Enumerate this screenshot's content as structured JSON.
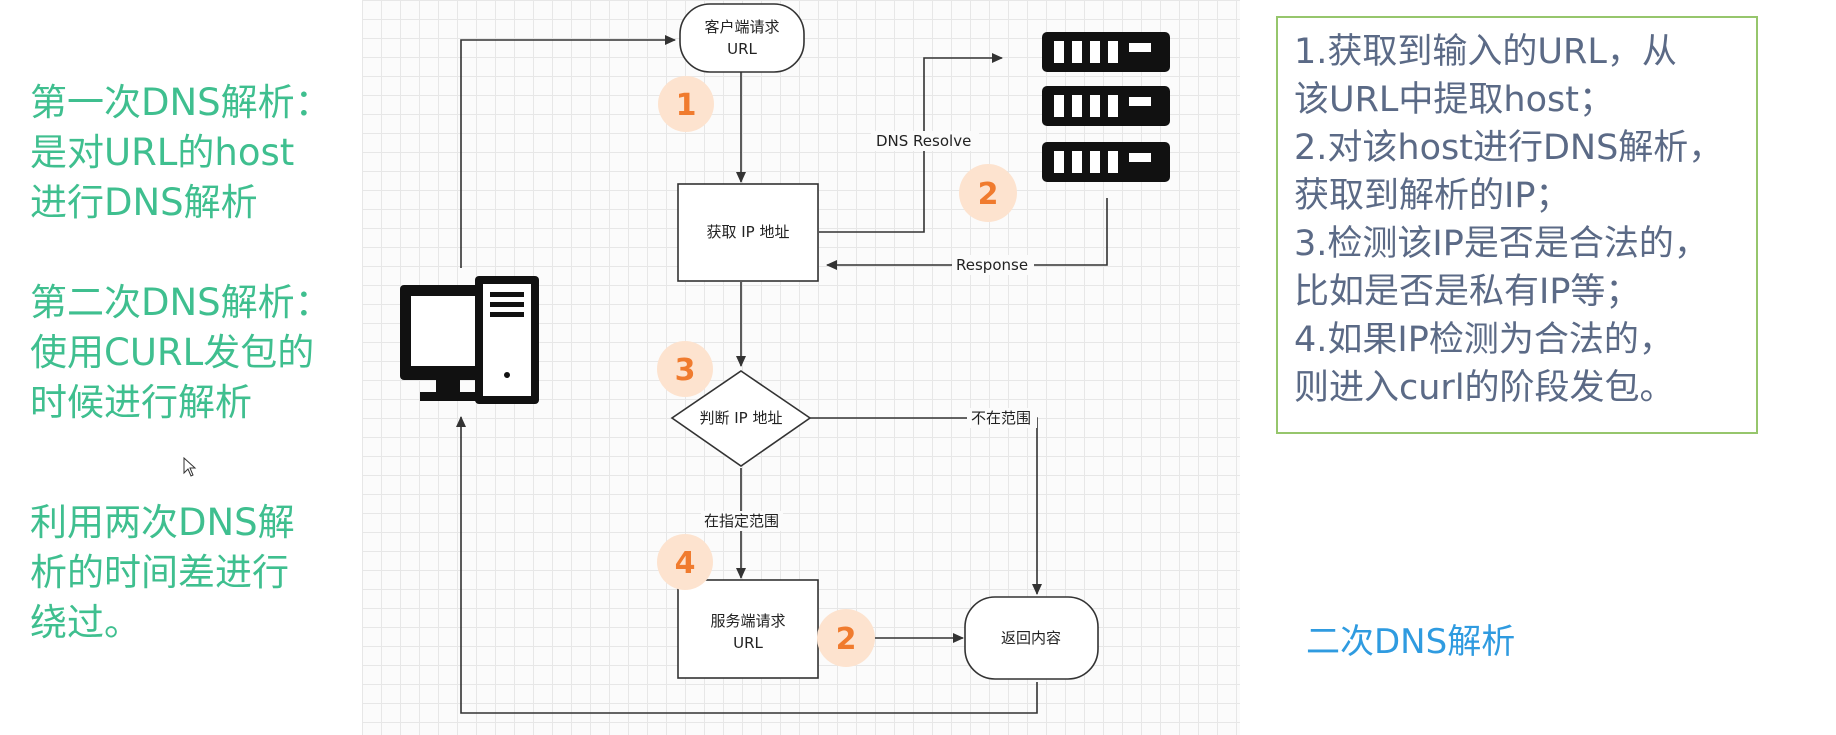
{
  "left_notes": {
    "first": [
      "第一次DNS解析：",
      "是对URL的host",
      "进行DNS解析"
    ],
    "second": [
      "第二次DNS解析：",
      "使用CURL发包的",
      "时候进行解析"
    ],
    "third": [
      "利用两次DNS解",
      "析的时间差进行",
      "绕过。"
    ]
  },
  "diagram": {
    "nodes": {
      "client_request": [
        "客户端请求",
        "URL"
      ],
      "get_ip": "获取 IP 地址",
      "check_ip": "判断 IP 地址",
      "server_request": [
        "服务端请求",
        "URL"
      ],
      "return_content": "返回内容"
    },
    "edges": {
      "dns_resolve": "DNS Resolve",
      "response": "Response",
      "not_in_range": "不在范围",
      "in_range": "在指定范围"
    },
    "steps": [
      "1",
      "2",
      "3",
      "4",
      "2"
    ],
    "icons": [
      "dns-server-icon",
      "computer-icon"
    ]
  },
  "steps_box": {
    "lines": [
      "1.获取到输入的URL，从",
      "该URL中提取host；",
      "2.对该host进行DNS解析，",
      "获取到解析的IP；",
      "3.检测该IP是否是合法的，",
      "比如是否是私有IP等；",
      "4.如果IP检测为合法的，",
      "则进入curl的阶段发包。"
    ]
  },
  "caption": "二次DNS解析",
  "colors": {
    "left_text": "#3fbf8f",
    "steps_text": "#5b6a86",
    "steps_border": "#96c66c",
    "caption": "#2f9be0",
    "step_number": "#f07b2e",
    "step_circle": "#fde3cf"
  }
}
